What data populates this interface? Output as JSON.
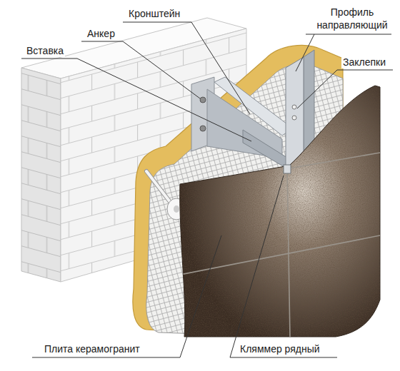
{
  "diagram": {
    "labels": [
      "Кронштейн",
      "Профиль направляющий",
      "Анкер",
      "Заклепки",
      "Вставка",
      "Плита керамогранит",
      "Кляммер рядный"
    ]
  }
}
